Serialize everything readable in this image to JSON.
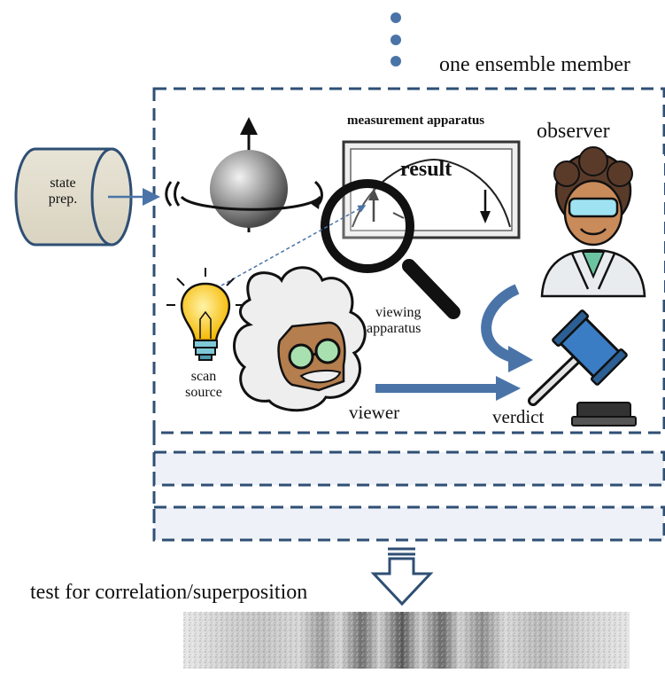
{
  "labels": {
    "ensemble_member": "one ensemble member",
    "measurement_apparatus": "measurement apparatus",
    "result": "result",
    "observer": "observer",
    "state_prep_line1": "state",
    "state_prep_line2": "prep.",
    "viewing_line1": "viewing",
    "viewing_line2": "apparatus",
    "scan_line1": "scan",
    "scan_line2": "source",
    "viewer": "viewer",
    "verdict": "verdict",
    "test": "test for correlation/superposition"
  },
  "colors": {
    "dash_border": "#2f4f74",
    "arrow_blue": "#4a74a8",
    "band_fill": "#eef2f8",
    "dots": "#4a74a8"
  },
  "icons": [
    "sphere-icon",
    "magnifier-icon",
    "bulb-icon",
    "scientist-icon",
    "observer-icon",
    "gavel-icon",
    "hollow-arrow-icon"
  ]
}
